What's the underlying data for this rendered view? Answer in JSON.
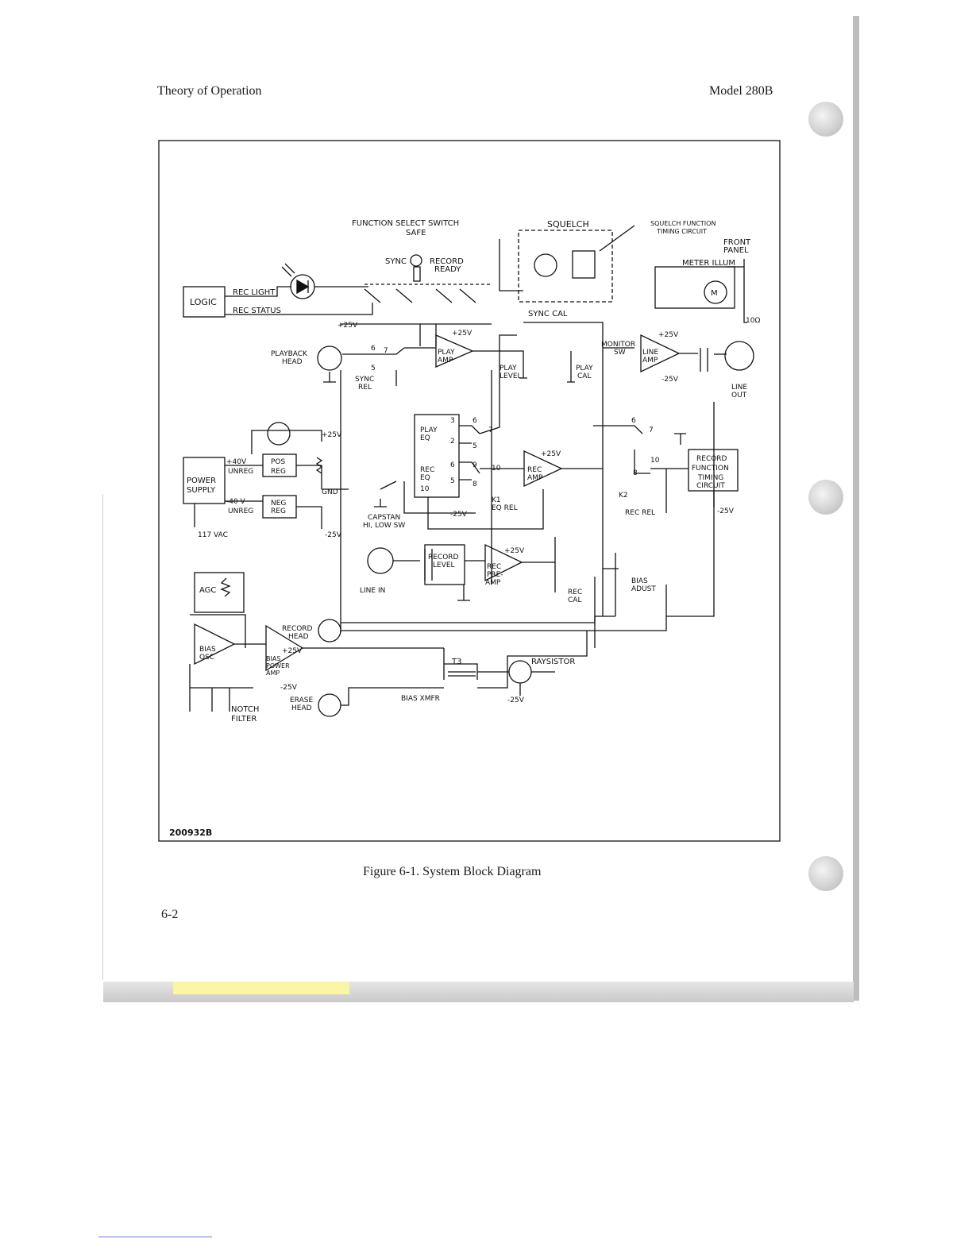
{
  "header": {
    "section_title": "Theory of Operation",
    "model": "Model 280B"
  },
  "page_number": "6-2",
  "figure": {
    "id": "200932B",
    "caption": "Figure 6-1.  System Block Diagram",
    "labels": {
      "function_select_switch": "FUNCTION SELECT SWITCH",
      "safe": "SAFE",
      "sync": "SYNC",
      "record": "RECORD",
      "ready": "READY",
      "squelch": "SQUELCH",
      "squelch_func_1": "SQUELCH FUNCTION",
      "squelch_func_2": "TIMING CIRCUIT",
      "front": "FRONT",
      "panel": "PANEL",
      "meter_illum": "METER ILLUM",
      "m": "M",
      "logic": "LOGIC",
      "rec_light": "REC LIGHT",
      "rec_status": "REC STATUS",
      "plus25": "+25V",
      "minus25": "-25V",
      "sync_cal": "SYNC CAL",
      "monitor": "MONITOR",
      "sw": "SW",
      "line": "LINE",
      "amp": "AMP",
      "play": "PLAY",
      "level": "LEVEL",
      "cal": "CAL",
      "line_out_1": "LINE",
      "line_out_2": "OUT",
      "ten_ohm": "10Ω",
      "playback_1": "PLAYBACK",
      "head": "HEAD",
      "sync_rel_1": "SYNC",
      "rel": "REL",
      "play_eq_1": "PLAY",
      "eq": "EQ",
      "rec_eq_1": "REC",
      "rec_amp_1": "REC",
      "k1": "K1",
      "eq_rel": "EQ REL",
      "k2": "K2",
      "rec_rel": "REC REL",
      "record_function_1": "RECORD",
      "record_function_2": "FUNCTION",
      "record_function_3": "TIMING",
      "record_function_4": "CIRCUIT",
      "power": "POWER",
      "supply": "SUPPLY",
      "p40v": "+40V",
      "unreg": "UNREG",
      "pos": "POS",
      "reg": "REG",
      "gnd": "GND",
      "m40v": "-40 V",
      "neg": "NEG",
      "vac": "117 VAC",
      "capstan": "CAPSTAN",
      "hilow": "HI, LOW SW",
      "line_in": "LINE  IN",
      "record_level_1": "RECORD",
      "pre": "PRE-",
      "rec_cal_1": "REC",
      "bias_1": "BIAS",
      "adjust": "ADUST",
      "agc": "AGC",
      "record_head_1": "RECORD",
      "osc": "OSC",
      "power_amp_2": "POWER",
      "t3": "T3",
      "raysistor": "RAYSISTOR",
      "bias_xmfr": "BIAS  XMFR",
      "erase_1": "ERASE",
      "notch": "NOTCH",
      "filter": "FILTER",
      "n3": "3",
      "n2": "2",
      "n5": "5",
      "n6": "6",
      "n7": "7",
      "n8": "8",
      "n9": "9",
      "n10": "10"
    }
  }
}
